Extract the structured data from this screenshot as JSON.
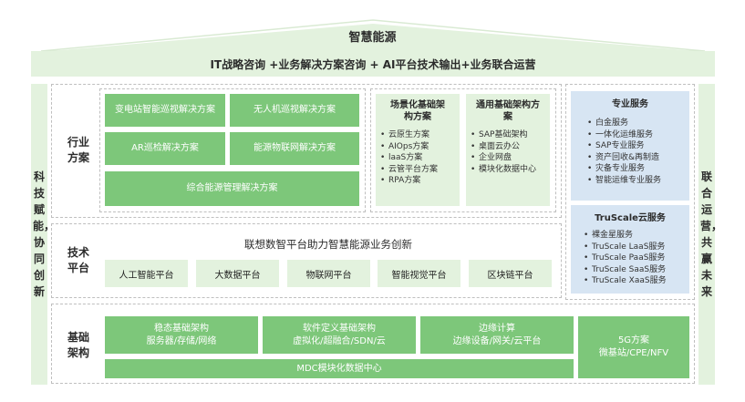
{
  "top": {
    "title": "智慧能源",
    "bar": "IT战略咨询 +业务解决方案咨询 + AI平台技术输出+业务联合运营"
  },
  "left_label": "科技赋能，协同创新",
  "right_label": "联合运营，共赢未来",
  "industry": {
    "label": "行业方案",
    "solutions": [
      "变电站智能巡视解决方案",
      "无人机巡视解决方案",
      "AR巡检解决方案",
      "能源物联网解决方案"
    ],
    "wide_solution": "综合能源管理解决方案",
    "scene": {
      "title": "场景化基础架构方案",
      "items": [
        "云原生方案",
        "AIOps方案",
        "laaS方案",
        "云管平台方案",
        "RPA方案"
      ]
    },
    "general": {
      "title": "通用基础架构方案",
      "items": [
        "SAP基础架构",
        "桌面云办公",
        "企业网盘",
        "模块化数据中心"
      ]
    }
  },
  "pro_service": {
    "title": "专业服务",
    "items": [
      "白金服务",
      "一体化运维服务",
      "SAP专业服务",
      "资产回收&再制造",
      "灾备专业服务",
      "智能运维专业服务"
    ]
  },
  "truscale": {
    "title": "TruScale云服务",
    "items": [
      "裸金星服务",
      "TruScale LaaS服务",
      "TruScale PaaS服务",
      "TruScale SaaS服务",
      "TruScale XaaS服务"
    ]
  },
  "tech": {
    "label": "技术平台",
    "title": "联想数智平台助力智慧能源业务创新",
    "platforms": [
      "人工智能平台",
      "大数据平台",
      "物联网平台",
      "智能视觉平台",
      "区块链平台"
    ]
  },
  "infra": {
    "label": "基础架构",
    "boxes": [
      {
        "line1": "稳态基础架构",
        "line2": "服务器/存储/网络"
      },
      {
        "line1": "软件定义基础架构",
        "line2": "虚拟化/超融合/SDN/云"
      },
      {
        "line1": "边缘计算",
        "line2": "边缘设备/网关/云平台"
      },
      {
        "line1": "5G方案",
        "line2": "微基站/CPE/NFV"
      }
    ],
    "mdc": "MDC模块化数据中心"
  },
  "colors": {
    "green_box": "#7dc77a",
    "light_green": "#e3f2de",
    "light_blue": "#d7e5f3"
  }
}
